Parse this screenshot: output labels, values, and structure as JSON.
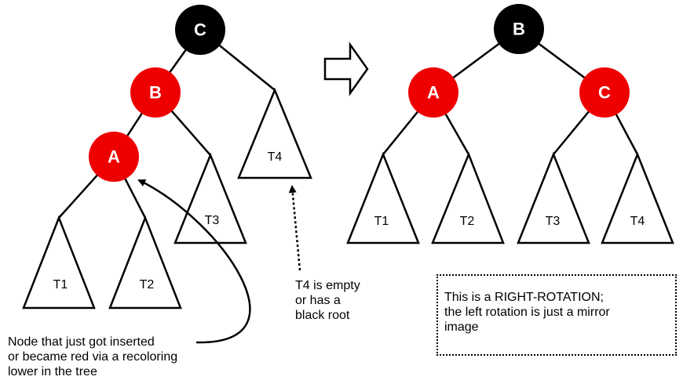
{
  "colors": {
    "black_node": "#000000",
    "red_node": "#ee0000",
    "node_text": "#ffffff"
  },
  "before": {
    "nodes": {
      "c": "C",
      "b": "B",
      "a": "A"
    },
    "subtrees": {
      "t1": "T1",
      "t2": "T2",
      "t3": "T3",
      "t4": "T4"
    }
  },
  "after": {
    "nodes": {
      "b": "B",
      "a": "A",
      "c": "C"
    },
    "subtrees": {
      "t1": "T1",
      "t2": "T2",
      "t3": "T3",
      "t4": "T4"
    }
  },
  "annotations": {
    "inserted_note": "Node that just got inserted\nor became red via a recoloring\nlower in the tree",
    "t4_note": "T4 is empty\nor has a\nblack root",
    "rotation_note": "This is a RIGHT-ROTATION;\nthe left rotation is just a mirror\nimage"
  }
}
